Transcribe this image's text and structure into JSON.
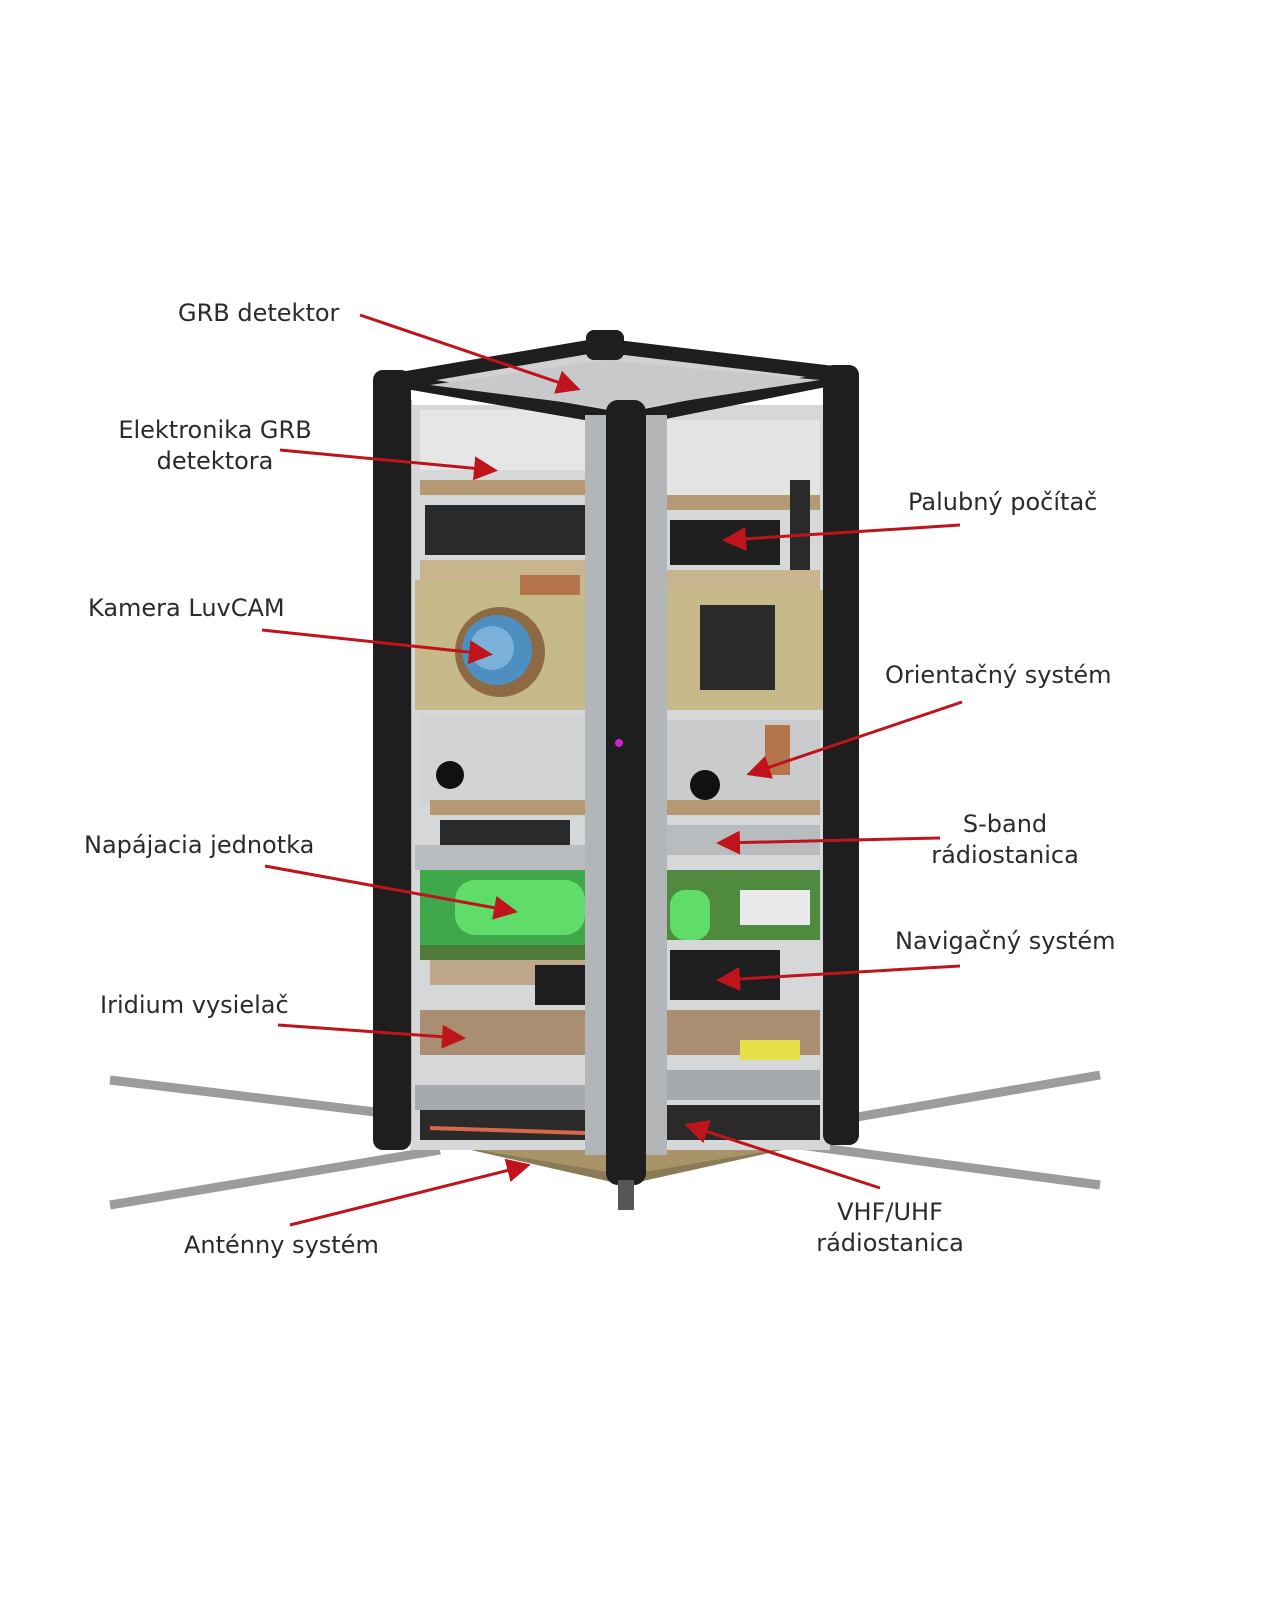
{
  "labels": {
    "grb_detector": "GRB detektor",
    "grb_electronics_line1": "Elektronika GRB",
    "grb_electronics_line2": "detektora",
    "onboard_computer": "Palubný počítač",
    "camera": "Kamera LuvCAM",
    "attitude_system": "Orientačný systém",
    "sband_line1": "S-band",
    "sband_line2": "rádiostanica",
    "power_unit": "Napájacia jednotka",
    "navigation_system": "Navigačný systém",
    "iridium": "Iridium vysielač",
    "antenna_system": "Anténny systém",
    "vhf_line1": "VHF/UHF",
    "vhf_line2": "rádiostanica"
  },
  "colors": {
    "arrow": "#c0141c",
    "rail": "#1e1e1e",
    "panel": "#c9cbcd",
    "pcb_tan": "#b49a72",
    "battery": "#5fdc6a",
    "lens": "#4d8fc0"
  }
}
